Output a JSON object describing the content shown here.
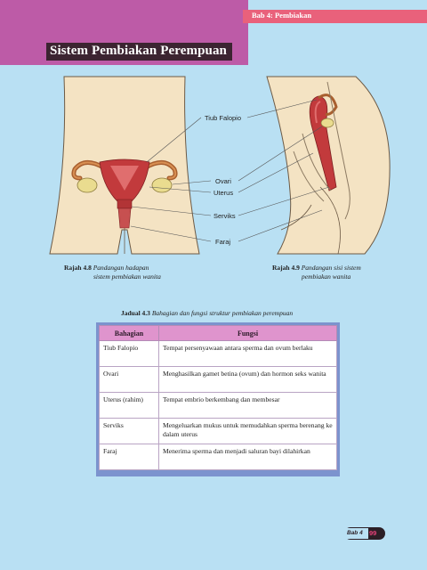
{
  "header": {
    "chapter": "Bab 4: Pembiakan",
    "title": "Sistem Pembiakan Perempuan"
  },
  "figures": {
    "labels": {
      "tiub_falopio": "Tiub Falopio",
      "ovari": "Ovari",
      "uterus": "Uterus",
      "serviks": "Serviks",
      "faraj": "Faraj"
    },
    "fig_front": {
      "number": "Rajah 4.8",
      "text_line1": "Pandangan hadapan",
      "text_line2": "sistem pembiakan wanita"
    },
    "fig_side": {
      "number": "Rajah 4.9",
      "text_line1": "Pandangan sisi sistem",
      "text_line2": "pembiakan wanita"
    }
  },
  "table": {
    "number": "Jadual 4.3",
    "caption": "Bahagian dan fungsi struktur pembiakan perempuan",
    "headers": [
      "Bahagian",
      "Fungsi"
    ],
    "rows": [
      [
        "Tiub Falopio",
        "Tempat persenyawaan antara sperma dan ovum berlaku"
      ],
      [
        "Ovari",
        "Menghasilkan gamet betina (ovum) dan hormon seks wanita"
      ],
      [
        "Uterus (rahim)",
        "Tempat embrio berkembang dan membesar"
      ],
      [
        "Serviks",
        "Mengeluarkan mukus untuk memudahkan sperma berenang ke dalam uterus"
      ],
      [
        "Faraj",
        "Menerima sperma dan menjadi saluran bayi dilahirkan"
      ]
    ]
  },
  "footer": {
    "chapter": "Bab 4",
    "page": "99"
  },
  "colors": {
    "background": "#b9e0f3",
    "magenta": "#bd5ba7",
    "chapter_bar": "#e9617b",
    "table_header": "#df94cd",
    "table_frame": "#7c93ce",
    "skin": "#f4e3c3",
    "uterus": "#c23a3c"
  }
}
